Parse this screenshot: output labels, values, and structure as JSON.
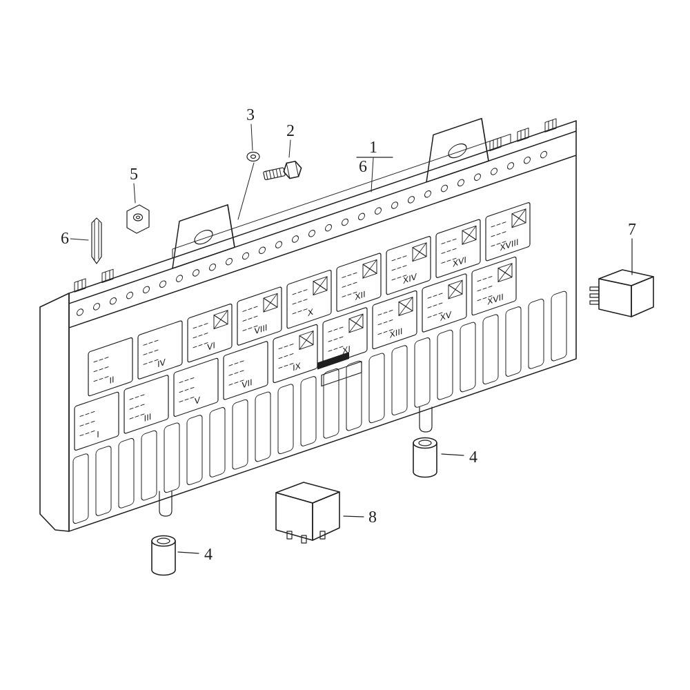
{
  "colors": {
    "background": "#ffffff",
    "line": "#1f1f1f"
  },
  "callouts": {
    "part1": "1",
    "part2": "2",
    "part3": "3",
    "part4_left": "4",
    "part4_right": "4",
    "part5": "5",
    "part6": "6",
    "part6_sub": "6",
    "part7": "7",
    "part8": "8"
  },
  "sockets": {
    "row_upper": [
      "II",
      "IV",
      "VI",
      "VIII",
      "X",
      "XII",
      "XIV",
      "XVI",
      "XVIII"
    ],
    "row_lower": [
      "I",
      "III",
      "V",
      "VII",
      "IX",
      "XI",
      "XIII",
      "XV",
      "XVII"
    ]
  },
  "rail": {
    "hole_count": 29
  },
  "slots": {
    "count": 22
  }
}
